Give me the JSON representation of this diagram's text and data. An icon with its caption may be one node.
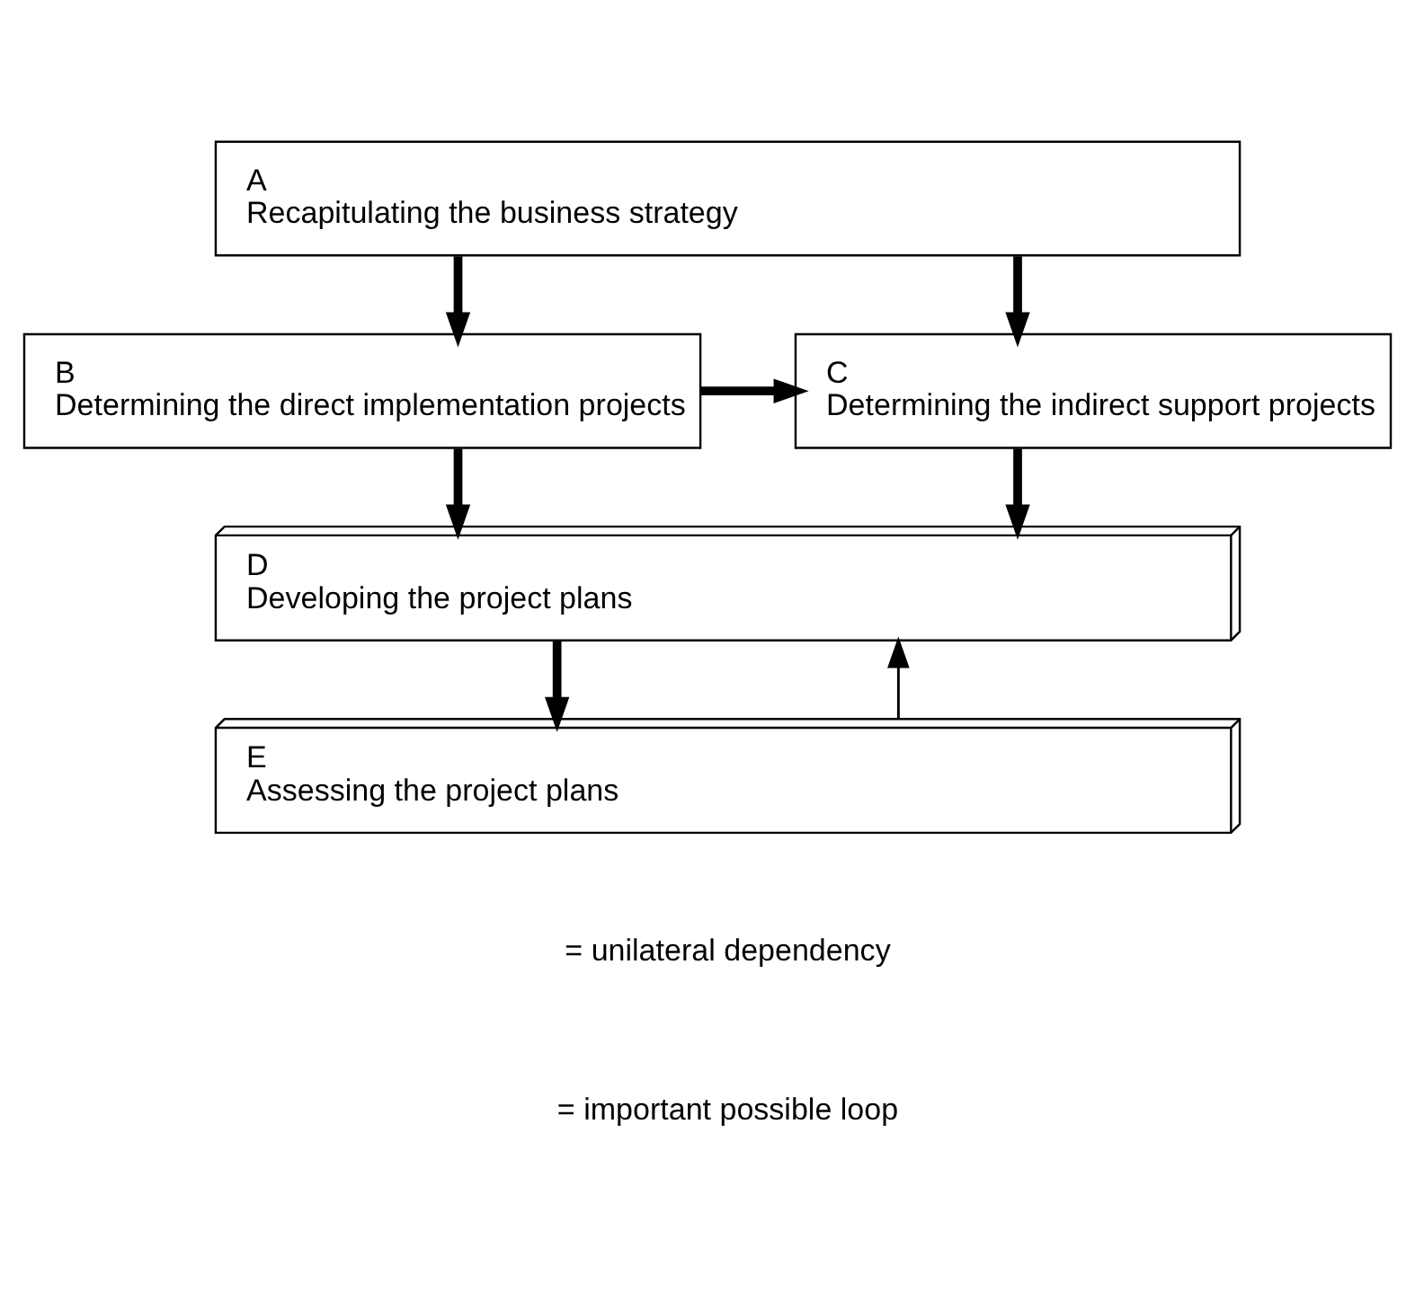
{
  "diagram": {
    "nodes": [
      {
        "text": [
          "A",
          "Recapitulating the business strategy"
        ]
      },
      {
        "text": [
          "B",
          "Determining the direct implementation projects"
        ]
      },
      {
        "text": [
          "C",
          "Determining the indirect support projects"
        ]
      },
      {
        "text": [
          "D",
          "Developing the project plans"
        ]
      },
      {
        "text": [
          "E",
          "Assessing the project plans"
        ]
      }
    ],
    "edges": [
      {
        "from": 0,
        "to": 1,
        "arrow": "to"
      },
      {
        "from": 0,
        "to": 2,
        "arrow": "to"
      },
      {
        "from": 1,
        "to": 2,
        "arrow": "to"
      },
      {
        "from": 1,
        "to": 3,
        "arrow": "to"
      },
      {
        "from": 2,
        "to": 3,
        "arrow": "to"
      },
      {
        "from": 3,
        "to": 4,
        "arrow": "to"
      },
      {
        "from": 4,
        "to": 3,
        "arrow": "to"
      }
    ],
    "legend": [
      {
        "text": "= unilateral dependency"
      },
      {
        "text": "= important possible loop"
      }
    ]
  }
}
